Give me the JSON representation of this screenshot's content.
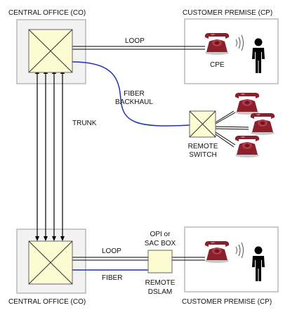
{
  "labels": {
    "co_top": "CENTRAL OFFICE (CO)",
    "cp_top": "CUSTOMER PREMISE (CP)",
    "loop_top": "LOOP",
    "cpe": "CPE",
    "fiber_backhaul_1": "FIBER",
    "fiber_backhaul_2": "BACKHAUL",
    "trunk": "TRUNK",
    "remote_1": "REMOTE",
    "remote_2": "SWITCH",
    "opi_1": "OPI or",
    "opi_2": "SAC BOX",
    "loop_bottom": "LOOP",
    "fiber_bottom": "FIBER",
    "dslam_1": "REMOTE",
    "dslam_2": "DSLAM",
    "co_bottom": "CENTRAL OFFICE (CO)",
    "cp_bottom": "CUSTOMER PREMISE (CP)"
  },
  "icons": [
    "switch-icon",
    "telephone-icon",
    "person-icon",
    "sound-wave-icon"
  ],
  "colors": {
    "switch_fill": "#fdfbd1",
    "fiber_line": "#1f2fb8",
    "telephone": "#8b1f2b",
    "premise_border": "#b9b9b9"
  }
}
